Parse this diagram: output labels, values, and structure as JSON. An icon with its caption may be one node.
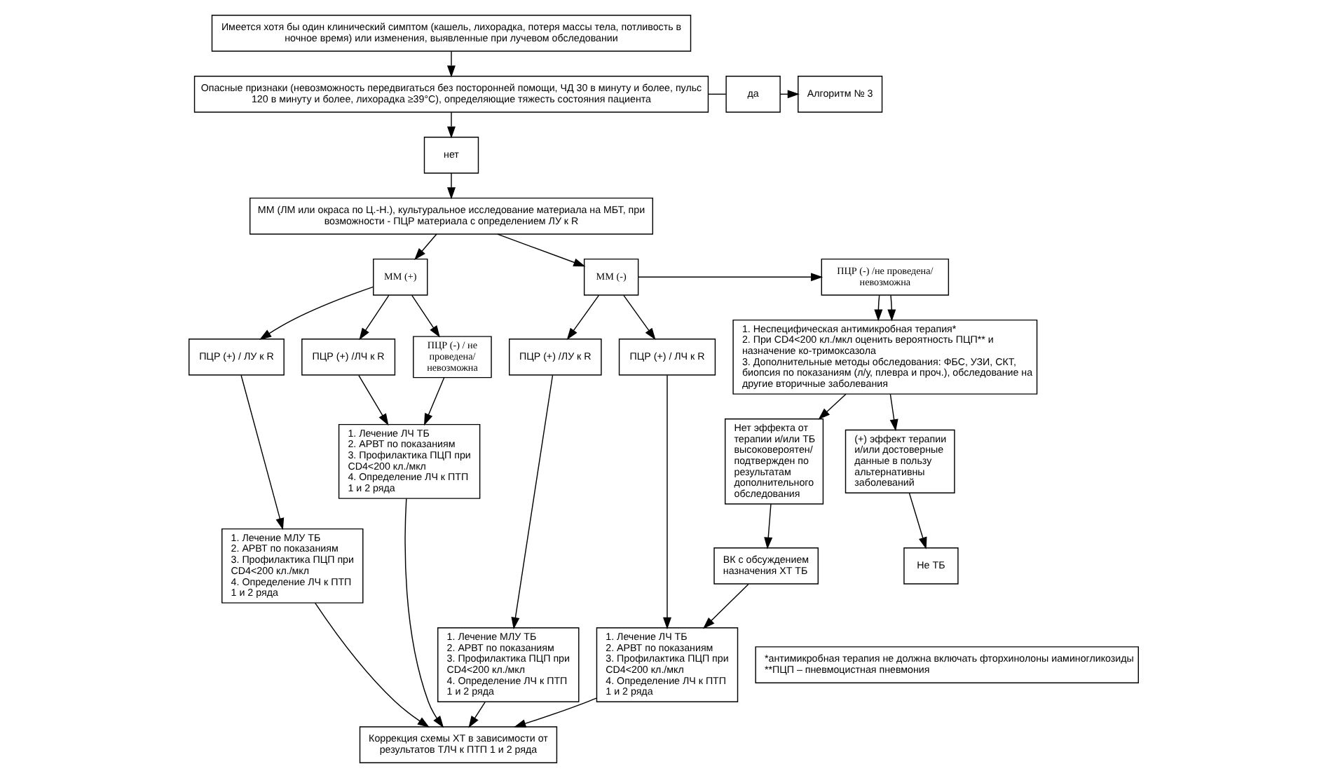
{
  "diagram": {
    "nodes": [
      {
        "text": [
          "Имеется хотя бы один клинический симптом (кашель, лихорадка, потеря массы тела, потливость в ночное время) или изменения, выявленные при лучевом обследовании"
        ]
      },
      {
        "text": [
          "Опасные признаки (невозможность передвигаться без посторонней помощи, ЧД 30 в минуту и более, пульс 120 в минуту и более, лихорадка ≥39°С), определяющие тяжесть состояния пациента"
        ]
      },
      {
        "text": [
          "да"
        ]
      },
      {
        "text": [
          "Алгоритм № 3"
        ]
      },
      {
        "text": [
          "нет"
        ]
      },
      {
        "text": [
          "ММ (ЛМ или окраса по Ц.-Н.), культуральное исследование материала на МБТ, при возможности - ПЦР материала с определением ЛУ к R"
        ]
      },
      {
        "text": [
          "ММ (+)"
        ]
      },
      {
        "text": [
          "ММ (-)"
        ]
      },
      {
        "text": [
          "ПЦР (+) / ЛУ к R"
        ]
      },
      {
        "text": [
          "ПЦР (+) /ЛЧ к R"
        ]
      },
      {
        "text": [
          "ПЦР (-) / не проведена/ невозможна"
        ]
      },
      {
        "text": [
          "ПЦР (+) /ЛУ к R"
        ]
      },
      {
        "text": [
          "ПЦР (+) / ЛЧ к R"
        ]
      },
      {
        "text": [
          "ПЦР (-) /не проведена/ невозможна"
        ]
      },
      {
        "text": [
          "1. Лечение МЛУ ТБ",
          "2. АРВТ по показаниям",
          "3. Профилактика ПЦП при CD4<200 кл./мкл",
          "4. Определение ЛЧ к ПТП 1 и 2 ряда"
        ]
      },
      {
        "text": [
          "1. Лечение ЛЧ ТБ",
          "2. АРВТ по показаниям",
          "3. Профилактика ПЦП при CD4<200 кл./мкл",
          "4. Определение ЛЧ к ПТП 1 и 2 ряда"
        ]
      },
      {
        "text": [
          "1. Лечение МЛУ ТБ",
          "2. АРВТ по показаниям",
          "3. Профилактика ПЦП при CD4<200 кл./мкл",
          "4. Определение ЛЧ к ПТП 1 и 2 ряда"
        ]
      },
      {
        "text": [
          "1. Лечение ЛЧ ТБ",
          "2. АРВТ по показаниям",
          "3. Профилактика ПЦП при CD4<200 кл./мкл",
          "4. Определение ЛЧ к ПТП 1 и 2 ряда"
        ]
      },
      {
        "text": [
          "Коррекция схемы ХТ в зависимости от результатов ТЛЧ к ПТП 1 и 2 ряда"
        ]
      },
      {
        "text": [
          "1. Неспецифическая антимикробная терапия*",
          "2. При CD4<200 кл./мкл оценить вероятность ПЦП** и назначение ко-тримоксазола",
          "3. Дополнительные методы обследования: ФБС, УЗИ, СКТ, биопсия по показаниям (л/у, плевра и проч.), обследование на другие вторичные заболевания"
        ]
      },
      {
        "text": [
          "Нет эффекта от терапии и/или ТБ высоковероятен/ подтвержден по результатам дополнительного обследования"
        ]
      },
      {
        "text": [
          "(+) эффект терапии и/или достоверные данные в пользу альтернативны заболеваний"
        ]
      },
      {
        "text": [
          "ВК с обсуждением назначения ХТ ТБ"
        ]
      },
      {
        "text": [
          "Не ТБ"
        ]
      },
      {
        "text": [
          "*антимикробная терапия не должна включать фторхинолоны иаминогликозиды",
          "**ПЦП – пневмоцистная пневмония"
        ]
      }
    ],
    "edges": [
      {
        "from": 0,
        "to": 1,
        "arrow": "to"
      },
      {
        "from": 1,
        "to": 2,
        "arrow": "none"
      },
      {
        "from": 2,
        "to": 3,
        "arrow": "to"
      },
      {
        "from": 1,
        "to": 4,
        "arrow": "to"
      },
      {
        "from": 4,
        "to": 5,
        "arrow": "to"
      },
      {
        "from": 5,
        "to": 6,
        "arrow": "to"
      },
      {
        "from": 5,
        "to": 7,
        "arrow": "to"
      },
      {
        "from": 6,
        "to": 8,
        "arrow": "to"
      },
      {
        "from": 6,
        "to": 9,
        "arrow": "to"
      },
      {
        "from": 6,
        "to": 10,
        "arrow": "to"
      },
      {
        "from": 7,
        "to": 11,
        "arrow": "to"
      },
      {
        "from": 7,
        "to": 12,
        "arrow": "to"
      },
      {
        "from": 7,
        "to": 13,
        "arrow": "to"
      },
      {
        "from": 8,
        "to": 14,
        "arrow": "to"
      },
      {
        "from": 9,
        "to": 15,
        "arrow": "to"
      },
      {
        "from": 10,
        "to": 15,
        "arrow": "to"
      },
      {
        "from": 11,
        "to": 16,
        "arrow": "to"
      },
      {
        "from": 12,
        "to": 17,
        "arrow": "to"
      },
      {
        "from": 13,
        "to": 19,
        "arrow": "to"
      },
      {
        "from": 13,
        "to": 19,
        "arrow": "to"
      },
      {
        "from": 14,
        "to": 18,
        "arrow": "to"
      },
      {
        "from": 15,
        "to": 18,
        "arrow": "to"
      },
      {
        "from": 16,
        "to": 18,
        "arrow": "to"
      },
      {
        "from": 17,
        "to": 18,
        "arrow": "to"
      },
      {
        "from": 19,
        "to": 20,
        "arrow": "to"
      },
      {
        "from": 19,
        "to": 21,
        "arrow": "to"
      },
      {
        "from": 20,
        "to": 22,
        "arrow": "to"
      },
      {
        "from": 22,
        "to": 17,
        "arrow": "to"
      },
      {
        "from": 21,
        "to": 23,
        "arrow": "to"
      }
    ]
  }
}
